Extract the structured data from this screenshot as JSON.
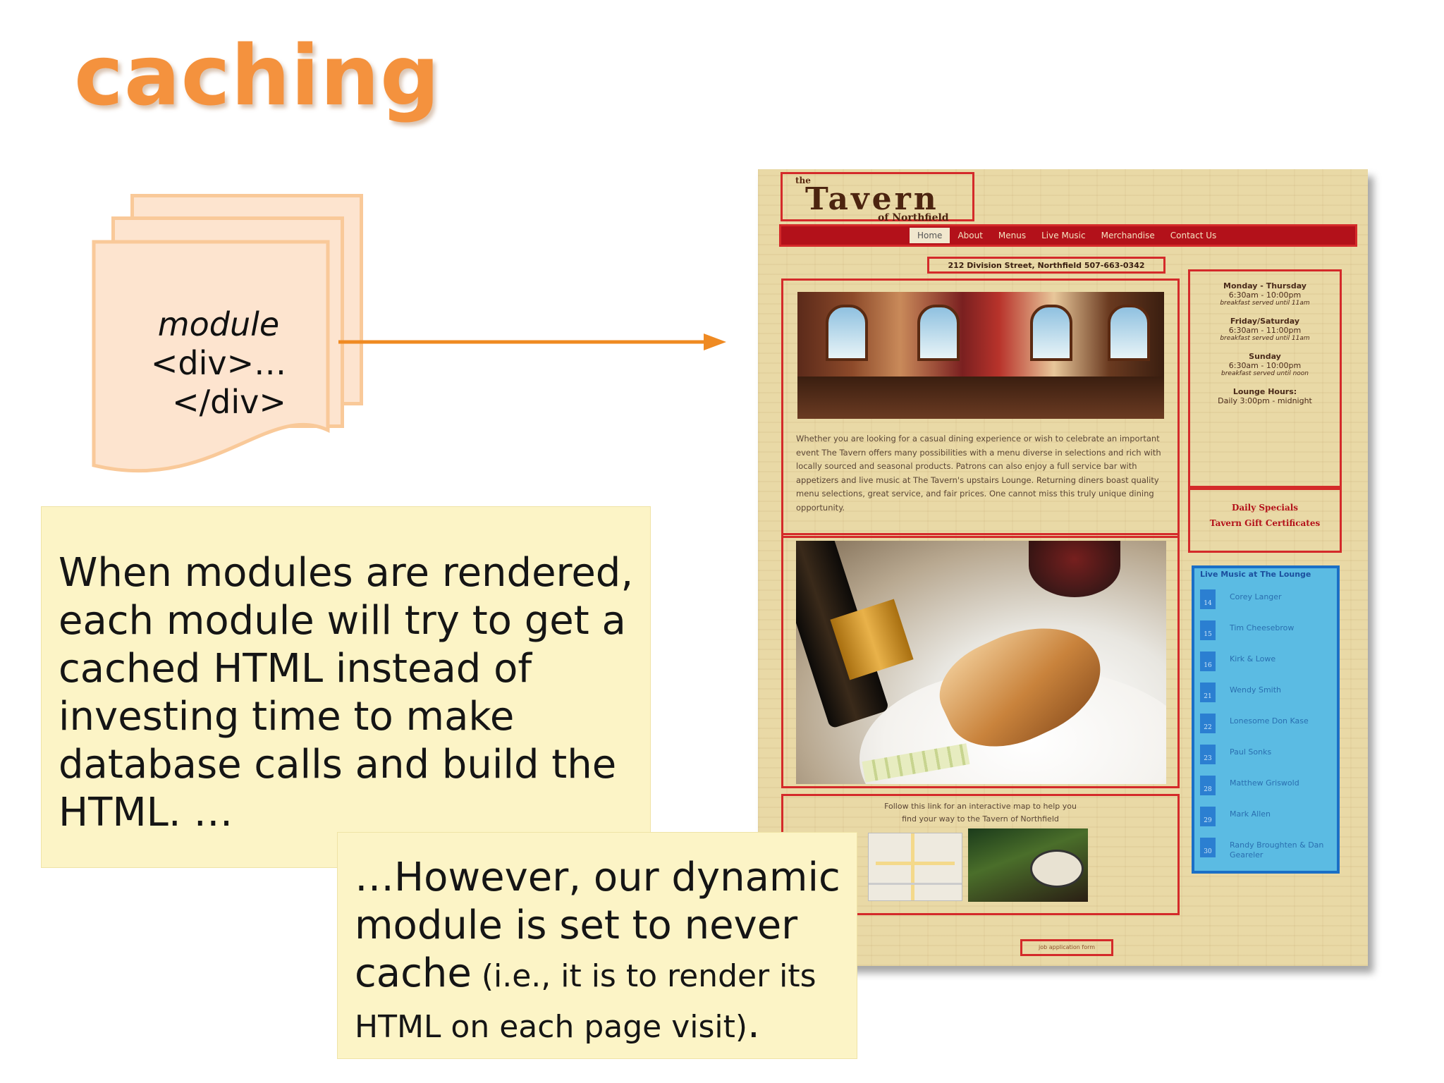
{
  "slide": {
    "title": "caching",
    "module_card": {
      "line1": "module",
      "line2": "<div>…",
      "line3": "</div>"
    },
    "note1": "When modules are rendered, each module will try to get a cached HTML instead of investing time to make database calls and build the HTML. …",
    "note2_main": "…However, our dynamic module is set to never cache",
    "note2_small": " (i.e., it is to render its HTML on each page visit)",
    "note2_end": "."
  },
  "website": {
    "logo_the": "the",
    "logo_main": "Tavern",
    "logo_sub": "of Northfield",
    "nav": [
      "Home",
      "About",
      "Menus",
      "Live Music",
      "Merchandise",
      "Contact Us"
    ],
    "active_nav": "Home",
    "address": "212 Division Street, Northfield    507-663-0342",
    "intro": "Whether you are looking for a casual dining experience or wish to celebrate an important event The Tavern offers many possibilities with a menu diverse in selections and rich with locally sourced and seasonal products. Patrons can also enjoy a full service bar with appetizers and live music at The Tavern's upstairs Lounge. Returning diners boast quality menu selections, great service, and fair prices. One cannot miss this truly unique dining opportunity.",
    "hours": [
      {
        "day": "Monday - Thursday",
        "time": "6:30am - 10:00pm",
        "note": "breakfast served until 11am"
      },
      {
        "day": "Friday/Saturday",
        "time": "6:30am - 11:00pm",
        "note": "breakfast served until 11am"
      },
      {
        "day": "Sunday",
        "time": "6:30am - 10:00pm",
        "note": "breakfast served until noon"
      },
      {
        "day": "Lounge Hours:",
        "time": "Daily 3:00pm - midnight",
        "note": ""
      }
    ],
    "specials": [
      "Daily Specials",
      "Tavern Gift Certificates"
    ],
    "map_text_1": "Follow this link for an interactive map to help you",
    "map_text_2": "find your way to the Tavern of Northfield",
    "live_music_header": "Live Music at The Lounge",
    "live_music": [
      {
        "date": "14",
        "name": "Corey Langer"
      },
      {
        "date": "15",
        "name": "Tim Cheesebrow"
      },
      {
        "date": "16",
        "name": "Kirk & Lowe"
      },
      {
        "date": "21",
        "name": "Wendy Smith"
      },
      {
        "date": "22",
        "name": "Lonesome Don Kase"
      },
      {
        "date": "23",
        "name": "Paul Sonks"
      },
      {
        "date": "28",
        "name": "Matthew Griswold"
      },
      {
        "date": "29",
        "name": "Mark Allen"
      },
      {
        "date": "30",
        "name": "Randy Broughten & Dan Geareler"
      }
    ],
    "footer_text": "job application form"
  },
  "colors": {
    "title": "#f4923e",
    "arrow": "#ef8a22",
    "note_bg": "#fcf4c6",
    "module_fill": "#fde4cf",
    "module_border": "#f9c999",
    "site_red": "#d42a2a",
    "live_music_bg": "#5bbbe3"
  }
}
